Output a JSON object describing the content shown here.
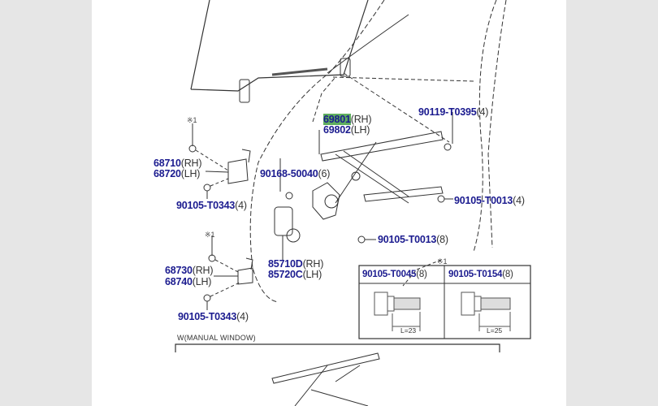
{
  "labels": {
    "window_regulator": {
      "rh": "69801",
      "rh_suffix": "(RH)",
      "lh": "69802",
      "lh_suffix": "(LH)"
    },
    "bolt_top": {
      "pn": "90119-T0395",
      "qty": "(4)"
    },
    "upper_hinge": {
      "rh": "68710",
      "rh_suffix": "(RH)",
      "lh": "68720",
      "lh_suffix": "(LH)"
    },
    "nut": {
      "pn": "90168-50040",
      "qty": "(6)"
    },
    "hinge_bolt_upper": {
      "pn": "90105-T0343",
      "qty": "(4)"
    },
    "regulator_bolt_right": {
      "pn": "90105-T0013",
      "qty": "(4)"
    },
    "regulator_bolt_lower": {
      "pn": "90105-T0013",
      "qty": "(8)"
    },
    "lower_hinge": {
      "rh": "68730",
      "rh_suffix": "(RH)",
      "lh": "68740",
      "lh_suffix": "(LH)"
    },
    "motor": {
      "rh": "85710D",
      "rh_suffix": "(RH)",
      "lh": "85720C",
      "lh_suffix": "(LH)"
    },
    "hinge_bolt_lower": {
      "pn": "90105-T0343",
      "qty": "(4)"
    }
  },
  "notes": {
    "mark1": "※1"
  },
  "bolt_table": {
    "col1": {
      "pn": "90105-T0045",
      "qty": "(8)",
      "length": "L=23"
    },
    "col2": {
      "pn": "90105-T0154",
      "qty": "(8)",
      "length": "L=25"
    }
  },
  "section_caption": "W(MANUAL WINDOW)",
  "colors": {
    "part_number": "#1b1b8f",
    "highlight": "#5fae5f"
  }
}
